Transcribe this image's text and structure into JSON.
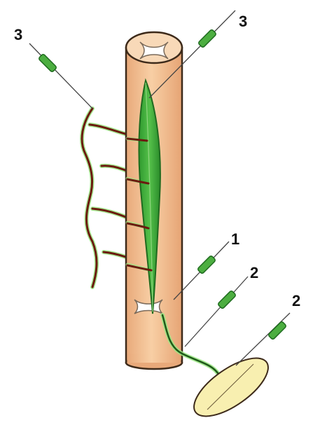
{
  "labels": {
    "num_1": "1",
    "num_2_center": "2",
    "num_2_right": "2",
    "num_3_left": "3",
    "num_3_top": "3"
  },
  "colors": {
    "cylinder_fill": "#f5c79c",
    "cylinder_stroke": "#3d2a1a",
    "leaf_green": "#3aa83a",
    "leaf_dark": "#1f6b1f",
    "vine_brown": "#6b1a0f",
    "vine_glow": "#8fe07a",
    "disc_fill": "#f8efb0",
    "pointer_green": "#4cae40",
    "pointer_line": "#444444"
  },
  "icons": {
    "stem": "cylinder-stem",
    "leaf": "leaf-blade",
    "roots": "adventitious-roots",
    "disc": "scale-leaf-disc",
    "pointer": "labelled-pointer"
  }
}
